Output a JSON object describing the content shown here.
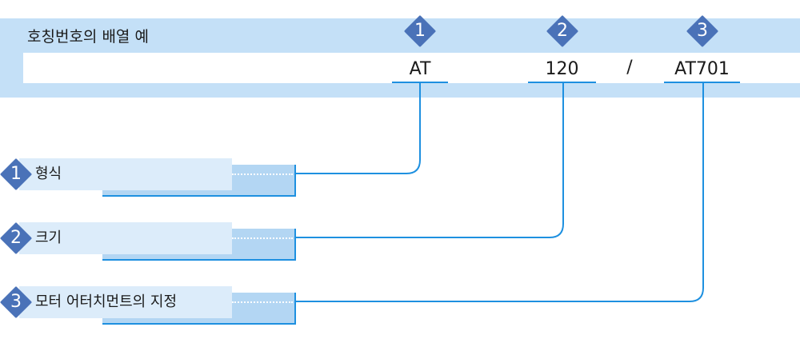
{
  "title": "호칭번호의 배열 예",
  "fields": [
    {
      "number": "1",
      "value": "AT"
    },
    {
      "number": "2",
      "value": "120"
    },
    {
      "number": "3",
      "value": "AT701"
    }
  ],
  "separator": "/",
  "labels": [
    {
      "number": "1",
      "text": "형식"
    },
    {
      "number": "2",
      "text": "크기"
    },
    {
      "number": "3",
      "text": "모터 어터치먼트의 지정"
    }
  ],
  "colors": {
    "band": "#c4e0f7",
    "label_front": "#dcecfa",
    "label_back": "#b3d6f3",
    "accent_line": "#1e90e0",
    "badge": "#4a72b8"
  }
}
